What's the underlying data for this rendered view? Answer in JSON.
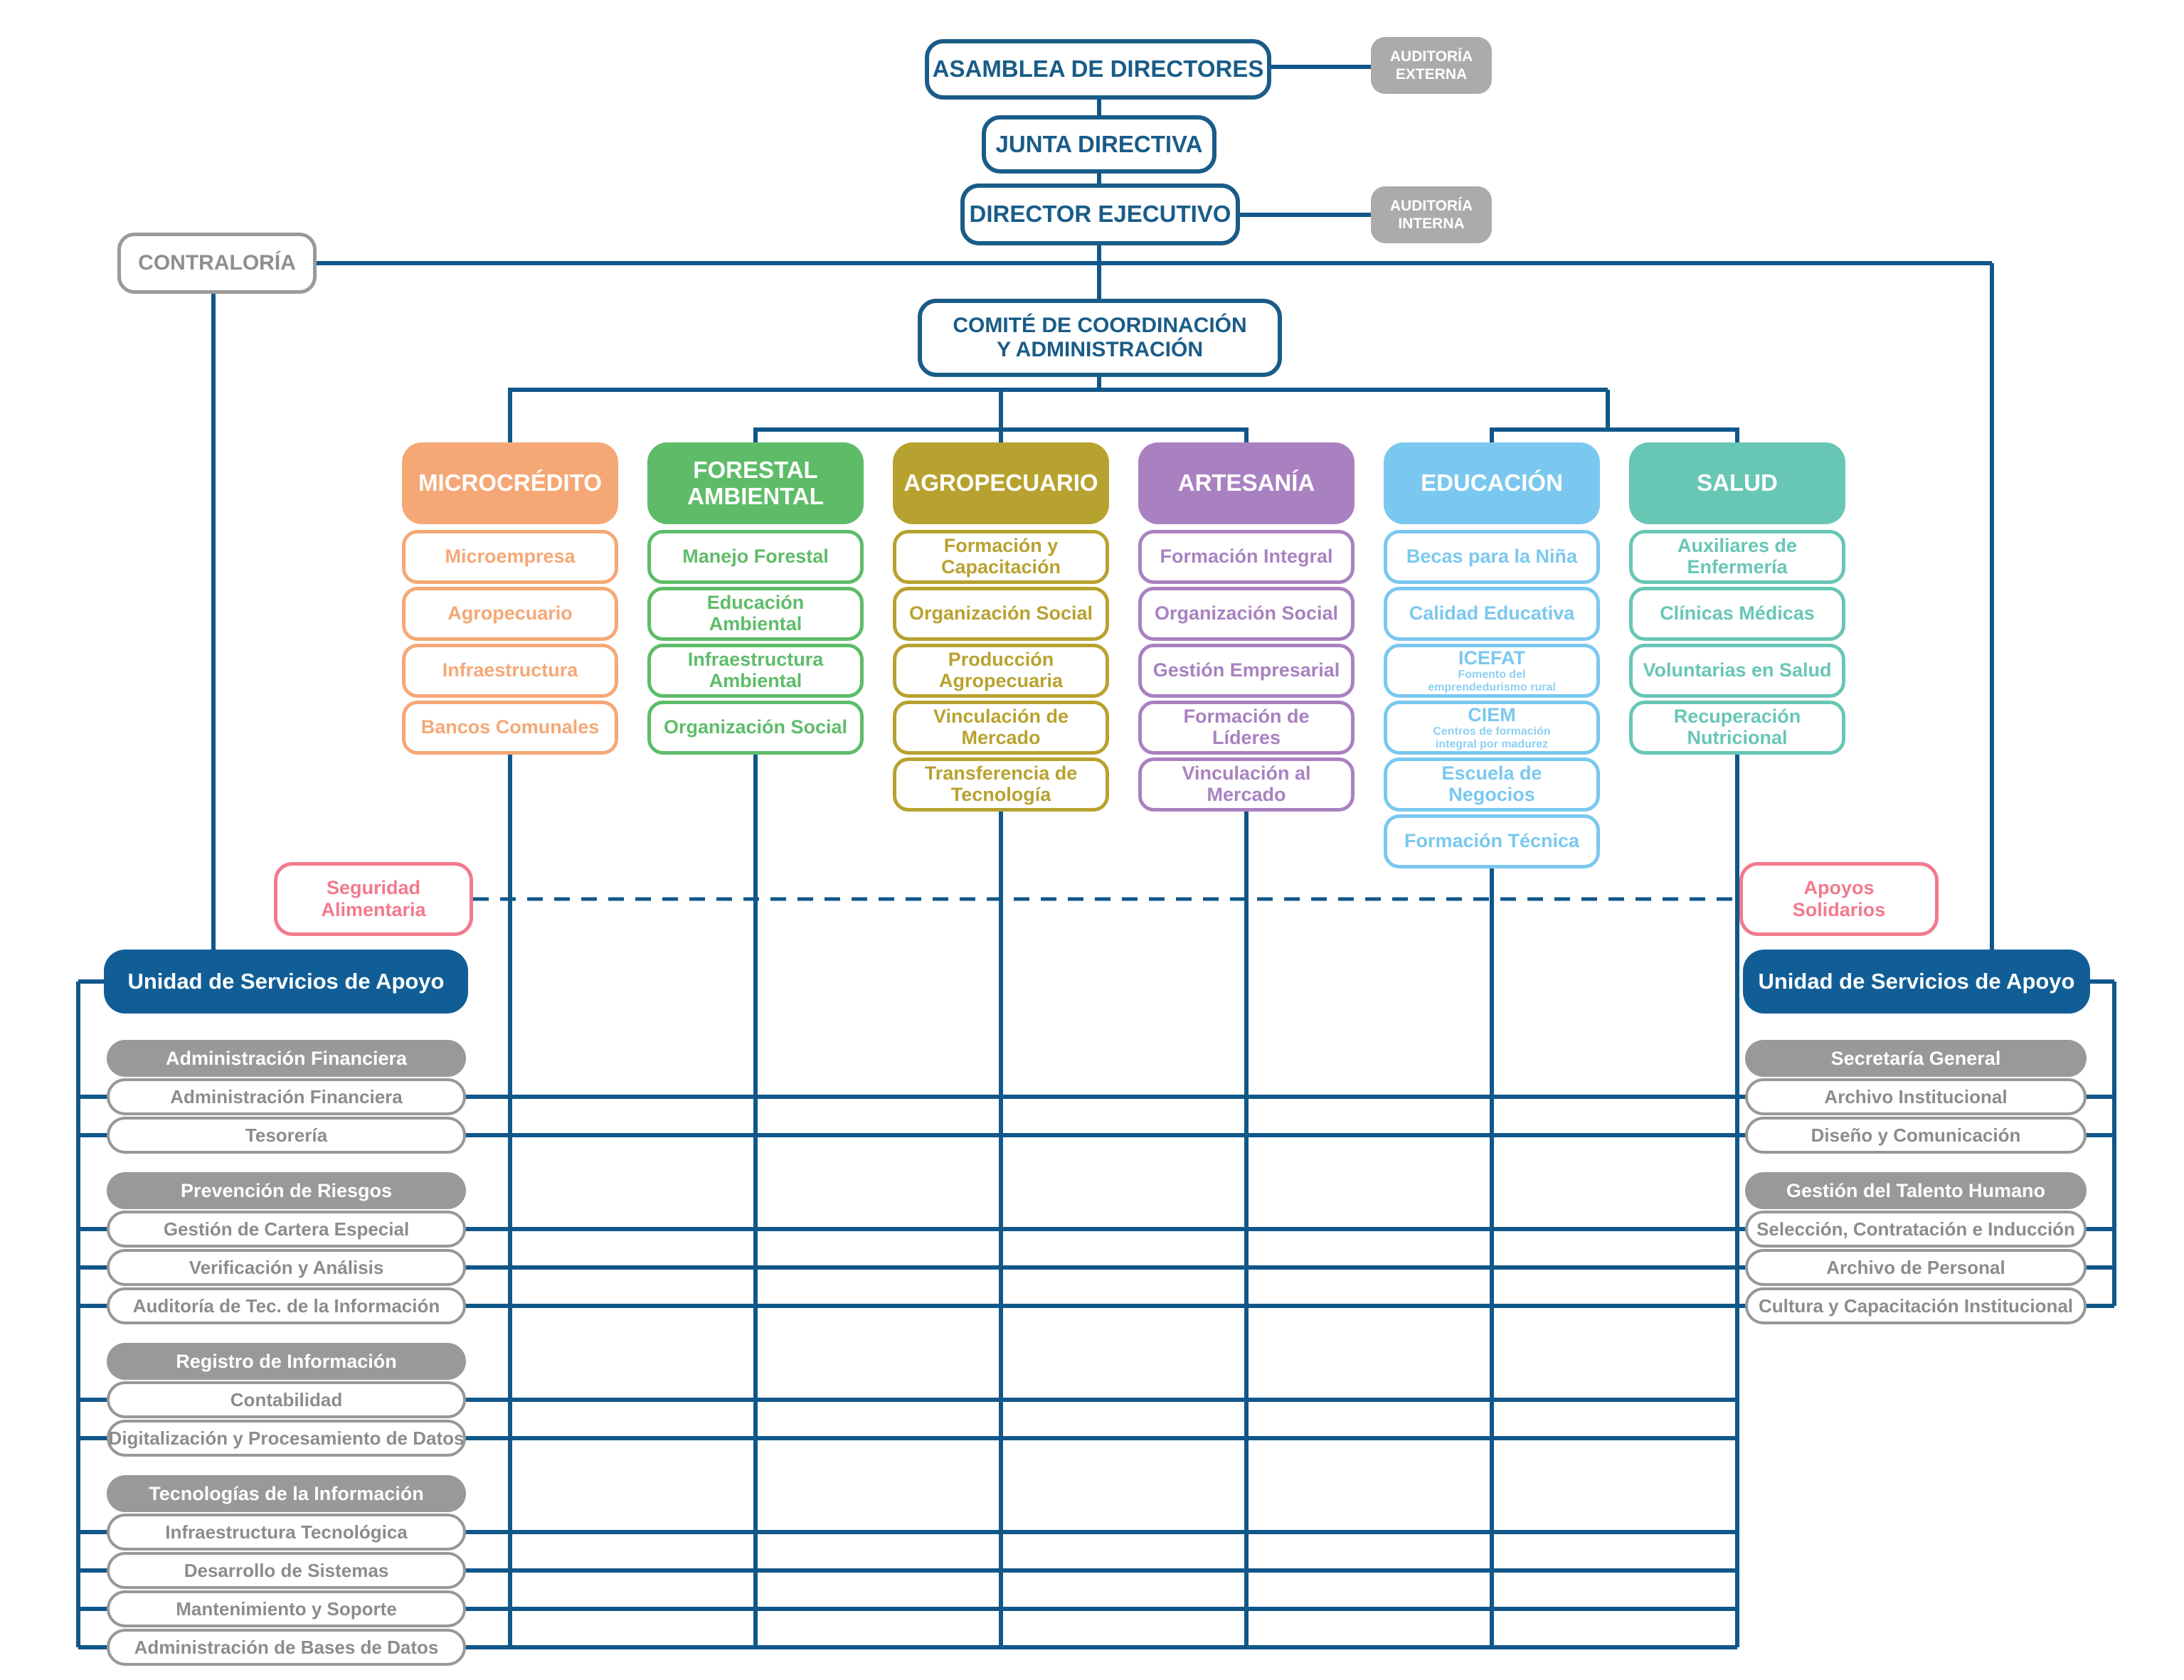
{
  "colors": {
    "line": "#11578A",
    "navy": "#1A5C88",
    "gray_fill": "#ABABAB",
    "gray_border": "#979797",
    "unit_blue": "#115E97",
    "pink": "#F27A8E"
  },
  "top": {
    "asamblea": "ASAMBLEA DE DIRECTORES",
    "auditoria_externa": [
      "AUDITORÍA",
      "EXTERNA"
    ],
    "junta": "JUNTA DIRECTIVA",
    "director": "DIRECTOR EJECUTIVO",
    "auditoria_interna": [
      "AUDITORÍA",
      "INTERNA"
    ],
    "contraloria": "CONTRALORÍA",
    "comite": [
      "COMITÉ DE COORDINACIÓN",
      "Y ADMINISTRACIÓN"
    ]
  },
  "departments": [
    {
      "name": "MICROCRÉDITO",
      "color": "#F5A876",
      "items": [
        {
          "label": "Microempresa"
        },
        {
          "label": "Agropecuario"
        },
        {
          "label": "Infraestructura"
        },
        {
          "label": "Bancos Comunales"
        }
      ]
    },
    {
      "name": "FORESTAL AMBIENTAL",
      "color": "#5EBC69",
      "items": [
        {
          "label": "Manejo Forestal"
        },
        {
          "label": "Educación Ambiental"
        },
        {
          "label": "Infraestructura Ambiental"
        },
        {
          "label": "Organización Social"
        }
      ]
    },
    {
      "name": "AGROPECUARIO",
      "color": "#B8A22F",
      "items": [
        {
          "label": "Formación y Capacitación"
        },
        {
          "label": "Organización Social"
        },
        {
          "label": "Producción Agropecuaria"
        },
        {
          "label": "Vinculación de Mercado"
        },
        {
          "label": "Transferencia de Tecnología"
        }
      ]
    },
    {
      "name": "ARTESANÍA",
      "color": "#A981C1",
      "items": [
        {
          "label": "Formación Integral"
        },
        {
          "label": "Organización Social"
        },
        {
          "label": "Gestión Empresarial"
        },
        {
          "label": "Formación de Líderes"
        },
        {
          "label": "Vinculación al Mercado"
        }
      ]
    },
    {
      "name": "EDUCACIÓN",
      "color": "#7AC8EF",
      "items": [
        {
          "label": "Becas para la Niña"
        },
        {
          "label": "Calidad Educativa"
        },
        {
          "label": "ICEFAT",
          "sub": "Fomento del emprendedurismo rural"
        },
        {
          "label": "CIEM",
          "sub": "Centros de formación integral por madurez"
        },
        {
          "label": "Escuela de Negocios"
        },
        {
          "label": "Formación Técnica"
        }
      ]
    },
    {
      "name": "SALUD",
      "color": "#68C6B5",
      "items": [
        {
          "label": "Auxiliares de Enfermería"
        },
        {
          "label": "Clínicas Médicas"
        },
        {
          "label": "Voluntarias en Salud"
        },
        {
          "label": "Recuperación Nutricional"
        }
      ]
    }
  ],
  "floating": {
    "seguridad": [
      "Seguridad",
      "Alimentaria"
    ],
    "apoyos": [
      "Apoyos",
      "Solidarios"
    ]
  },
  "left_unit": {
    "title": "Unidad de Servicios de Apoyo",
    "groups": [
      {
        "header": "Administración Financiera",
        "items": [
          "Administración Financiera",
          "Tesorería"
        ]
      },
      {
        "header": "Prevención de Riesgos",
        "items": [
          "Gestión de Cartera Especial",
          "Verificación y Análisis",
          "Auditoría de Tec. de la Información"
        ]
      },
      {
        "header": "Registro de Información",
        "items": [
          "Contabilidad",
          "Digitalización y Procesamiento de Datos"
        ]
      },
      {
        "header": "Tecnologías de la Información",
        "items": [
          "Infraestructura Tecnológica",
          "Desarrollo de Sistemas",
          "Mantenimiento y Soporte",
          "Administración de Bases de Datos"
        ]
      }
    ]
  },
  "right_unit": {
    "title": "Unidad de Servicios de Apoyo",
    "groups": [
      {
        "header": "Secretaría General",
        "items": [
          "Archivo Institucional",
          "Diseño y Comunicación"
        ]
      },
      {
        "header": "Gestión del Talento Humano",
        "items": [
          "Selección, Contratación e Inducción",
          "Archivo de Personal",
          "Cultura y Capacitación Institucional"
        ]
      }
    ]
  }
}
